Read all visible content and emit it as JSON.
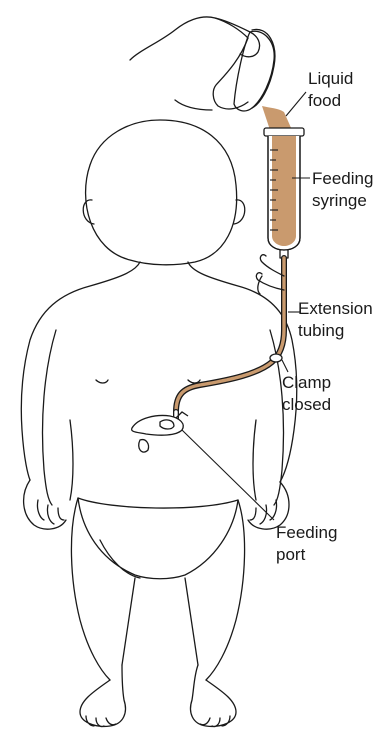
{
  "labels": {
    "liquid_food": [
      "Liquid",
      "food"
    ],
    "feeding_syringe": [
      "Feeding",
      "syringe"
    ],
    "extension_tubing": [
      "Extension",
      "tubing"
    ],
    "clamp": [
      "Clamp",
      "closed"
    ],
    "feeding_port": [
      "Feeding",
      "port"
    ]
  },
  "colors": {
    "line": "#1a1a1a",
    "food": "#c99a6e",
    "background": "#ffffff"
  }
}
